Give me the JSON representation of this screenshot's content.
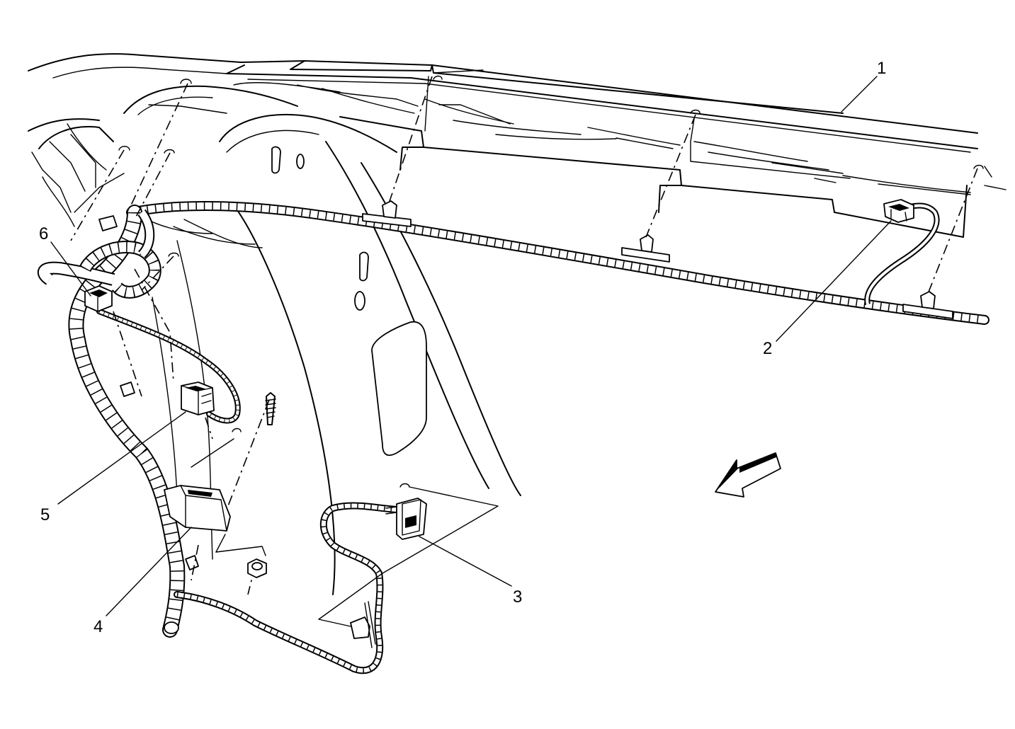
{
  "diagram": {
    "callouts": [
      {
        "id": "1",
        "label": "1"
      },
      {
        "id": "2",
        "label": "2"
      },
      {
        "id": "3",
        "label": "3"
      },
      {
        "id": "4",
        "label": "4"
      },
      {
        "id": "5",
        "label": "5"
      },
      {
        "id": "6",
        "label": "6"
      }
    ],
    "icons": {
      "direction_arrow": "forward-direction-arrow-icon"
    },
    "colors": {
      "line": "#000000",
      "background": "#ffffff"
    }
  }
}
